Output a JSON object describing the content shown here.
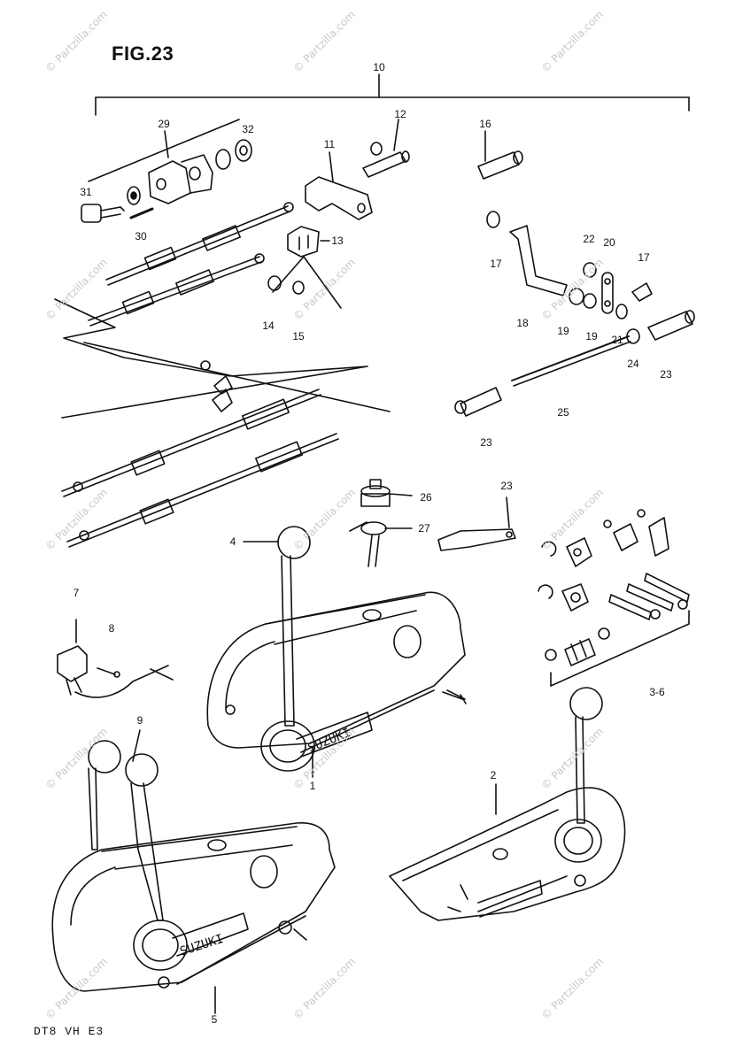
{
  "figure_title": "FIG.23",
  "model_code": "DT8 VH E3",
  "watermark_text": "© Partzilla.com",
  "part_labels": {
    "p1": "1",
    "p2": "2",
    "p3_6": "3-6",
    "p4": "4",
    "p5": "5",
    "p7": "7",
    "p8": "8",
    "p9": "9",
    "p10": "10",
    "p11": "11",
    "p12": "12",
    "p13": "13",
    "p14": "14",
    "p15": "15",
    "p16": "16",
    "p17a": "17",
    "p17b": "17",
    "p18": "18",
    "p19a": "19",
    "p19b": "19",
    "p20": "20",
    "p21": "21",
    "p22": "22",
    "p23a": "23",
    "p23b": "23",
    "p23c": "23",
    "p24": "24",
    "p25": "25",
    "p26": "26",
    "p27": "27",
    "p29": "29",
    "p30": "30",
    "p31": "31",
    "p32": "32"
  },
  "brand_text": "SUZUKI",
  "colors": {
    "ink": "#111111",
    "watermark": "#c9c9c9",
    "background": "#ffffff"
  }
}
